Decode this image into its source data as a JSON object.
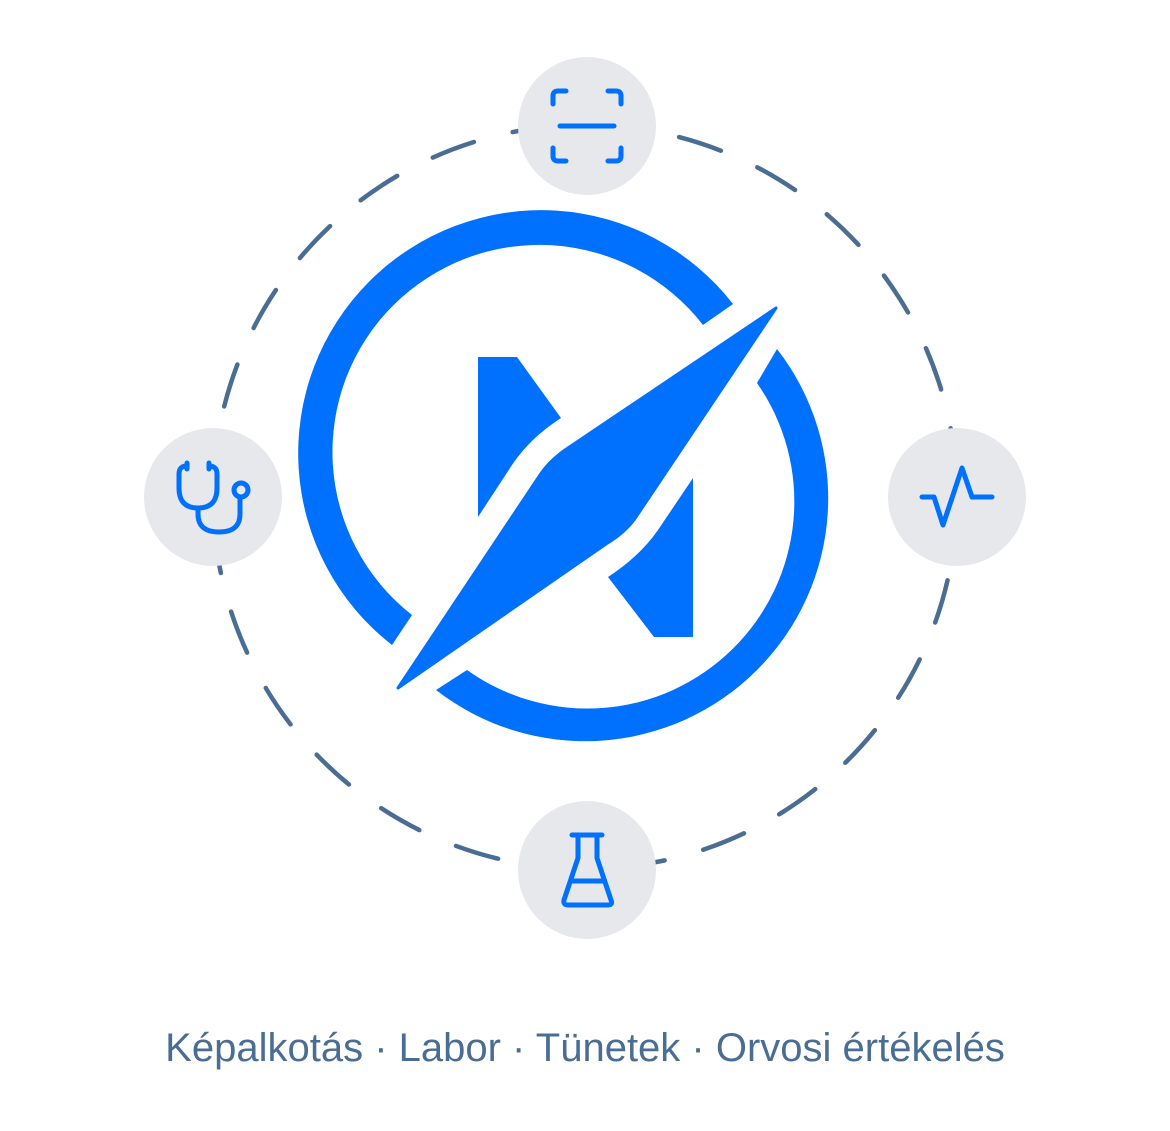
{
  "caption": {
    "parts": [
      "Képalkotás",
      "Labor",
      "Tünetek",
      "Orvosi értékelés"
    ],
    "separator": " · "
  },
  "icons": {
    "top": "scan-icon",
    "left": "stethoscope-icon",
    "right": "pulse-icon",
    "bottom": "flask-icon",
    "center": "compass-logo-icon"
  },
  "colors": {
    "accent": "#0070ff",
    "ring": "#4a6d93",
    "node_bg": "#e6e8ec",
    "caption": "#4a6d93",
    "background": "#ffffff"
  }
}
